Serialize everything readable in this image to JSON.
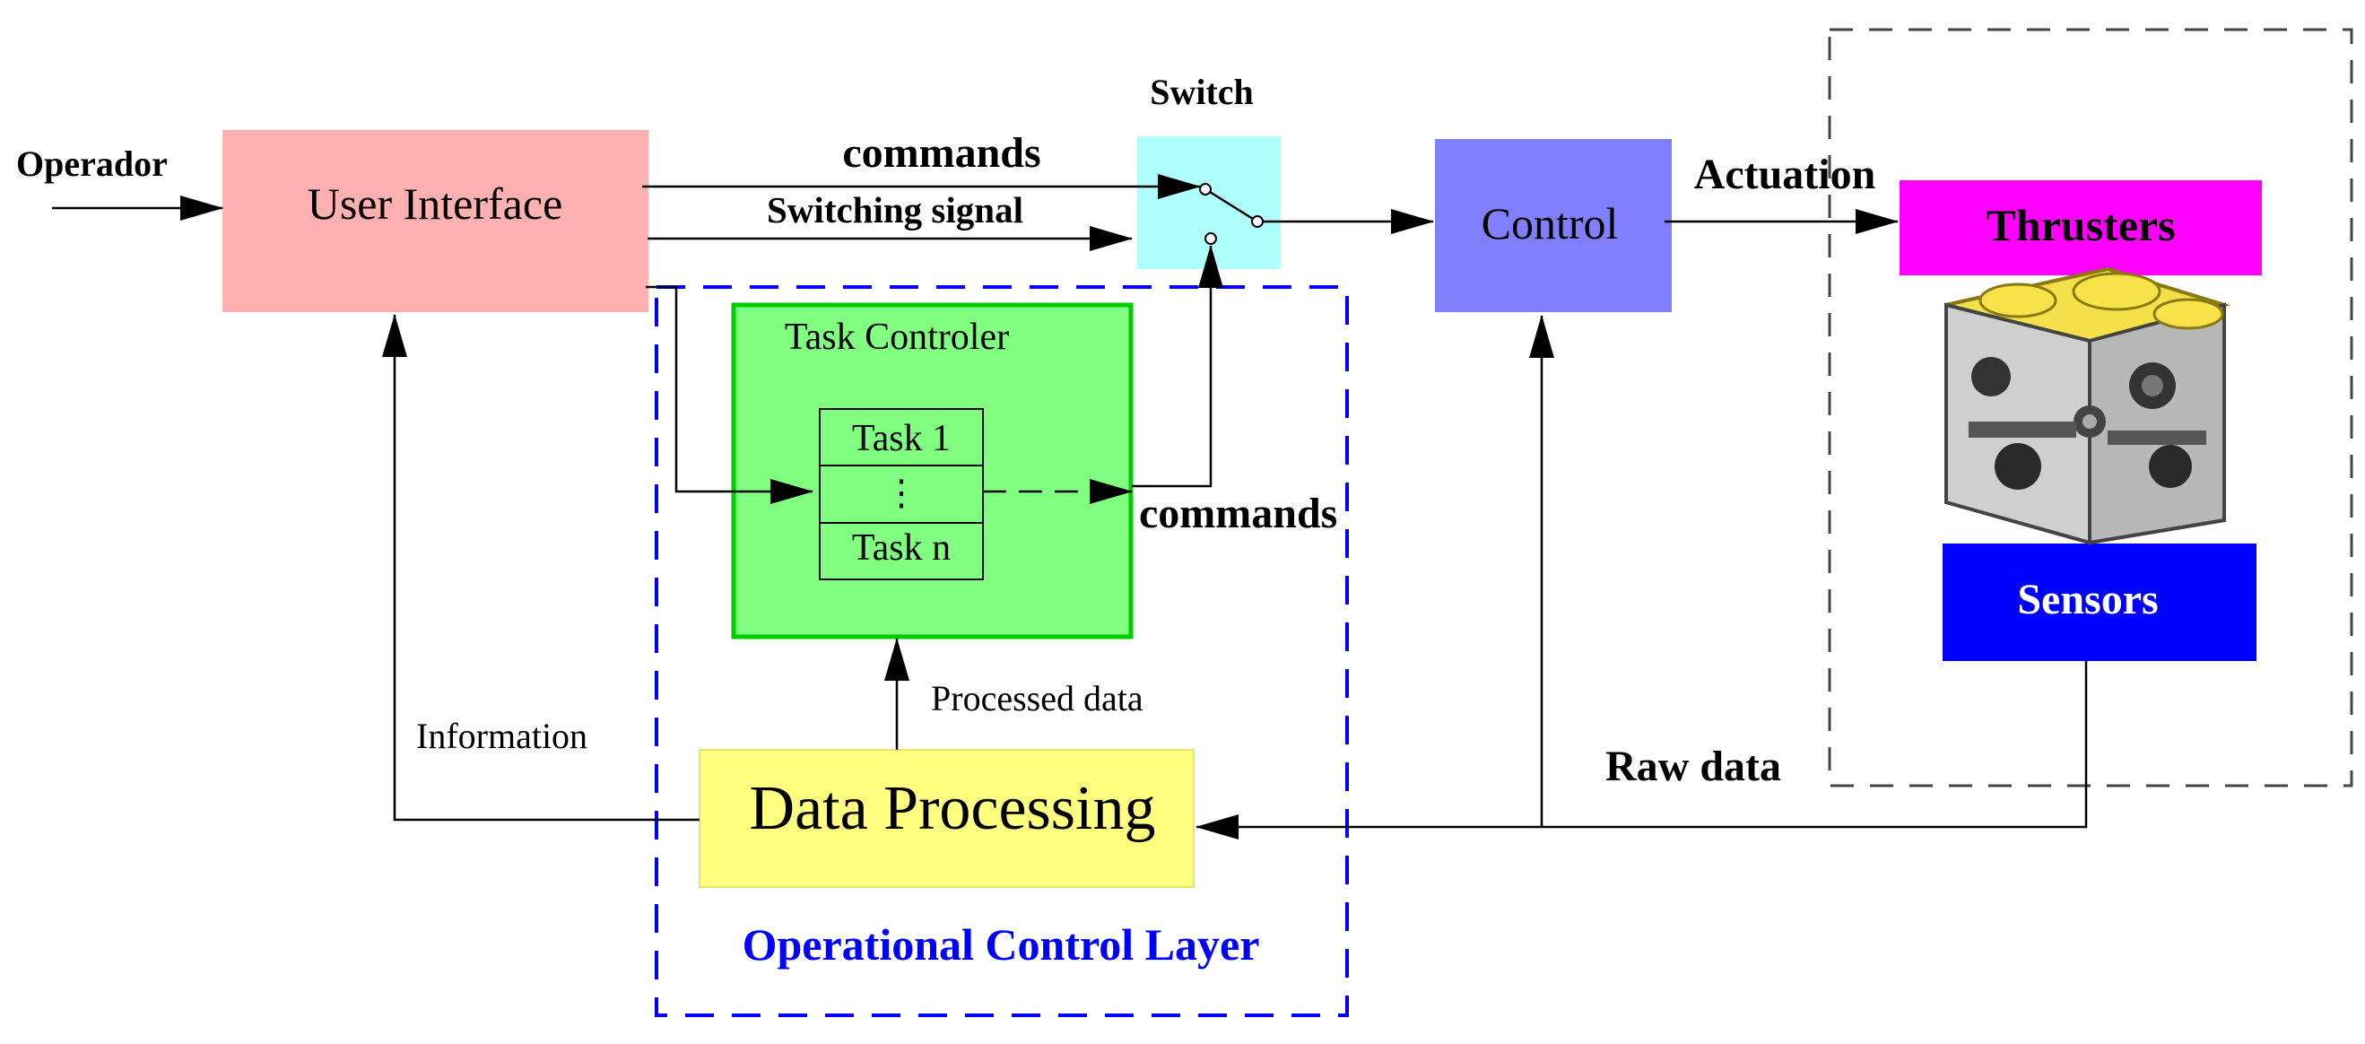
{
  "labels": {
    "operator": "Operador",
    "user_interface": "User Interface",
    "commands_top": "commands",
    "switching_signal": "Switching signal",
    "switch": "Switch",
    "control": "Control",
    "actuation": "Actuation",
    "thrusters": "Thrusters",
    "task_controller": "Task Controler",
    "task_1": "Task 1",
    "task_dots": "⋮",
    "task_n": "Task n",
    "commands_task": "commands",
    "sensors": "Sensors",
    "processed_data": "Processed data",
    "information": "Information",
    "data_processing": "Data Processing",
    "raw_data": "Raw data",
    "operational_layer": "Operational Control Layer"
  },
  "colors": {
    "user_interface_fill": "#ffb0b0",
    "switch_fill": "#b0ffff",
    "control_fill": "#8080ff",
    "thrusters_fill": "#ff00ff",
    "sensors_fill": "#0000ff",
    "task_controller_fill": "#80ff80",
    "task_controller_border": "#00cc00",
    "data_processing_fill": "#ffff80",
    "operational_layer_border": "#0000ff",
    "vehicle_body": "#f4e04a",
    "vehicle_frame": "#444444"
  },
  "icons": {
    "vehicle": "rov-underwater-vehicle-icon"
  }
}
